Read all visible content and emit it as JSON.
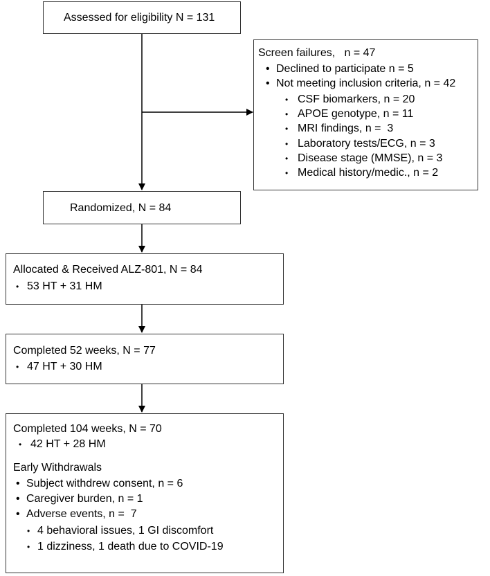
{
  "assessed": {
    "label": "Assessed for eligibility N = 131"
  },
  "screen_failures": {
    "title": "Screen failures,   n = 47",
    "items": [
      "Declined to participate n = 5",
      "Not meeting inclusion criteria, n = 42"
    ],
    "sub_items": [
      "CSF biomarkers, n = 20",
      "APOE genotype, n = 11",
      "MRI findings, n =  3",
      "Laboratory tests/ECG, n = 3",
      "Disease stage (MMSE), n = 3",
      "Medical history/medic., n = 2"
    ]
  },
  "randomized": {
    "label": "Randomized, N = 84"
  },
  "allocated": {
    "title": "Allocated & Received ALZ-801, N = 84",
    "detail": "53 HT + 31 HM"
  },
  "week52": {
    "title": "Completed 52 weeks, N = 77",
    "detail": "47 HT + 30 HM"
  },
  "week104": {
    "title": "Completed 104 weeks, N = 70",
    "detail": "42 HT + 28 HM",
    "withdrawals_title": "Early Withdrawals",
    "withdrawals": [
      "Subject withdrew consent, n = 6",
      "Caregiver burden, n = 1",
      "Adverse events, n =  7"
    ],
    "adverse_details": [
      "4 behavioral issues, 1 GI discomfort",
      "1 dizziness, 1 death due to COVID-19"
    ]
  }
}
